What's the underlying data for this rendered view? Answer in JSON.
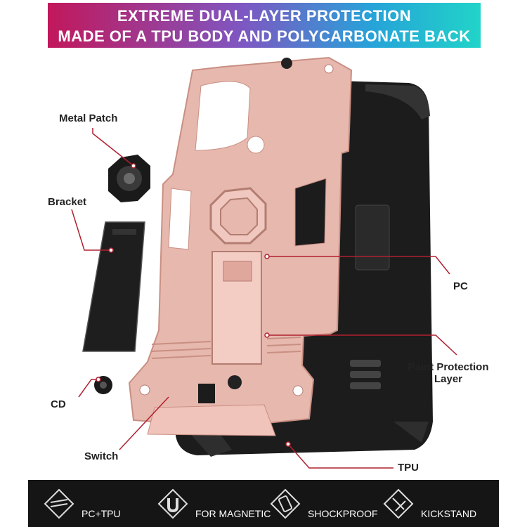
{
  "banner": {
    "line1": "EXTREME DUAL-LAYER PROTECTION",
    "line2": "MADE OF A TPU BODY AND POLYCARBONATE BACK"
  },
  "callouts": {
    "metal_patch": "Metal Patch",
    "bracket": "Bracket",
    "cd": "CD",
    "switch": "Switch",
    "pc": "PC",
    "paint_line1": "Paint Protection",
    "paint_line2": "Layer",
    "tpu": "TPU"
  },
  "features": [
    {
      "label": "PC+TPU",
      "icon": "layers-icon"
    },
    {
      "label": "FOR MAGNETIC",
      "icon": "magnet-icon"
    },
    {
      "label": "SHOCKPROOF",
      "icon": "phone-shock-icon"
    },
    {
      "label": "KICKSTAND",
      "icon": "kickstand-icon"
    }
  ],
  "colors": {
    "rose_gold": "#e7b8ae",
    "case_black": "#1c1c1c",
    "callout_line": "#b02030",
    "footer_bg": "#151515"
  }
}
